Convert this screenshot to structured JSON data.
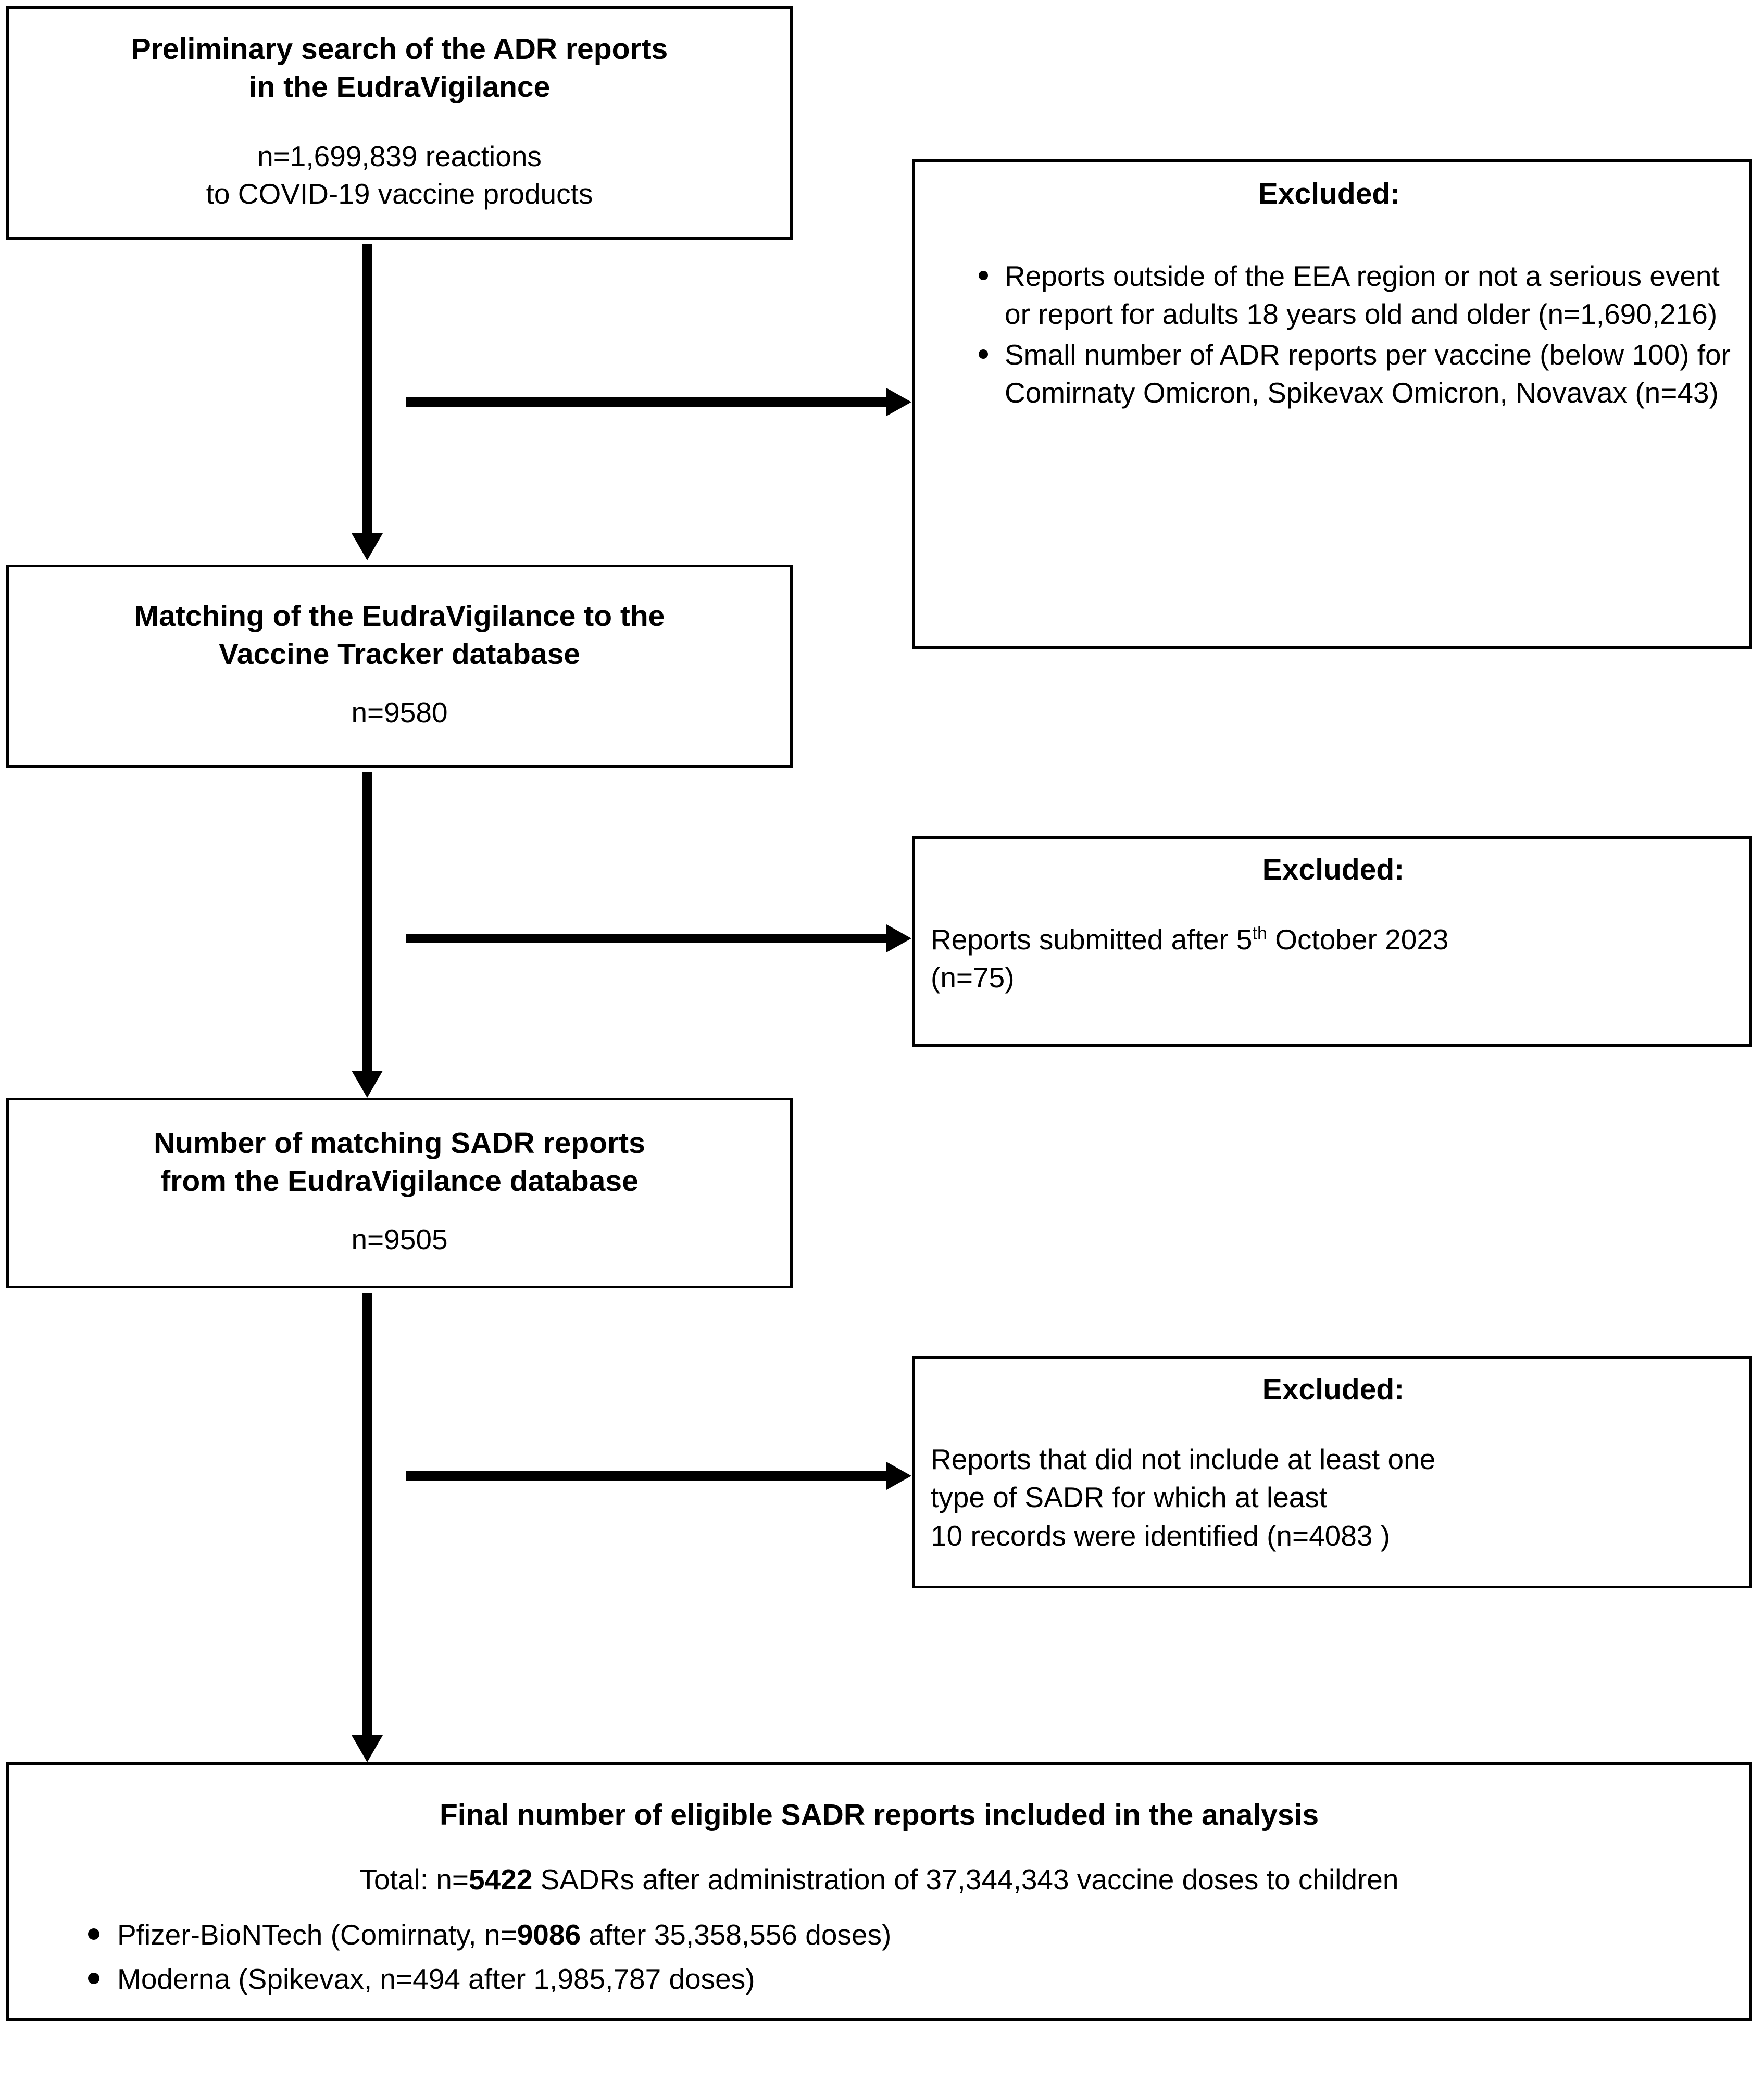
{
  "diagram": {
    "type": "prisma-flow-diagram",
    "title": "Study selection flow of serious adverse drug reaction reports"
  },
  "stages": [
    {
      "id": "stage-1",
      "title_lines": [
        "Preliminary search of the ADR reports",
        "in the EudraVigilance"
      ],
      "detail_lines": [
        "n=1,699,839 reactions",
        "to COVID-19 vaccine products"
      ],
      "count": "n=1,699,839"
    },
    {
      "id": "stage-2",
      "title_lines": [
        "Matching of the EudraVigilance to the",
        "Vaccine Tracker database"
      ],
      "detail_lines": [
        "n=9580"
      ],
      "count": "n=9580"
    },
    {
      "id": "stage-3",
      "title_lines": [
        "Number of matching SADR reports",
        "from the EudraVigilance database"
      ],
      "detail_lines": [
        "n=9505"
      ],
      "count": "n=9505"
    }
  ],
  "exclusions": [
    {
      "id": "excluded-1",
      "heading": "Excluded:",
      "bullets": [
        "Reports outside of the EEA region or not a serious event or report for adults 18 years old and older (n=1,690,216)",
        "Small number of ADR reports per vaccine (below 100) for Comirnaty Omicron, Spikevax Omicron, Novavax (n=43)"
      ]
    },
    {
      "id": "excluded-2",
      "heading": "Excluded:",
      "paragraph_prefix": "Reports submitted after 5",
      "paragraph_superscript": "th",
      "paragraph_suffix": " October 2023",
      "paragraph_line2": "(n=75)"
    },
    {
      "id": "excluded-3",
      "heading": "Excluded:",
      "paragraph_line1": "Reports that did not include at least one",
      "paragraph_line2": "type of SADR for which at least",
      "paragraph_line3_prefix": "10 records were identified (n=",
      "paragraph_line3_count": "4083",
      "paragraph_line3_suffix": " )"
    }
  ],
  "final": {
    "id": "final-box",
    "heading": "Final number of eligible SADR reports included in the analysis",
    "total_prefix": "Total: n=",
    "total_count": "5422",
    "total_suffix": "  SADRs after administration of 37,344,343 vaccine doses to children",
    "bullets": [
      {
        "prefix": "Pfizer-BioNTech (Comirnaty, n=",
        "count": "9086",
        "suffix": "  after 35,358,556 doses)"
      },
      {
        "prefix": "Moderna (Spikevax, n=494 after 1,985,787 doses)",
        "count": "",
        "suffix": ""
      }
    ]
  },
  "colors": {
    "stroke": "#000000",
    "background": "#ffffff",
    "text": "#000000"
  }
}
